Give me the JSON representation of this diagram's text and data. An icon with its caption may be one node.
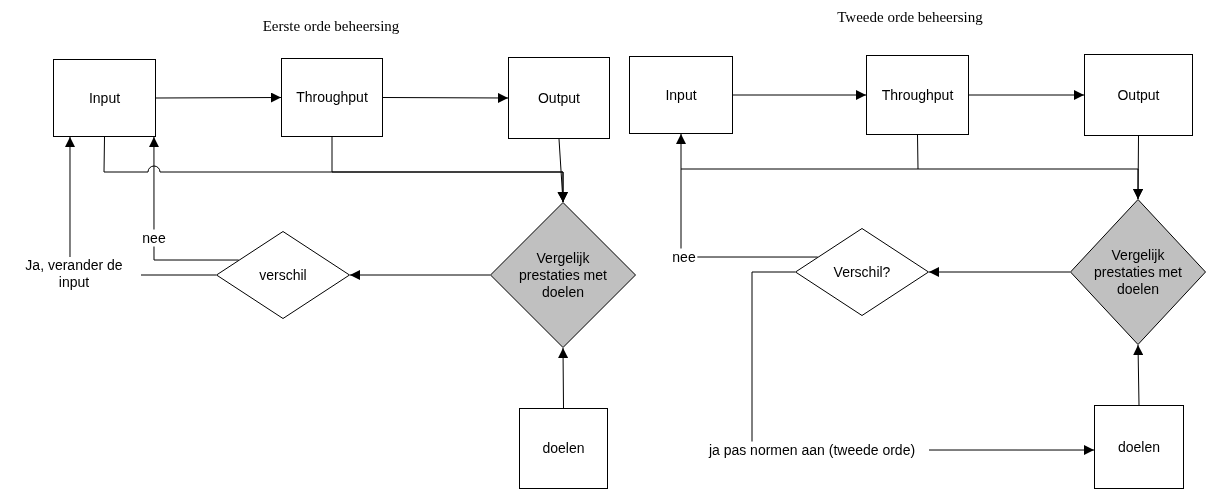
{
  "diagram": {
    "nodes": [
      {
        "text": [
          "Input"
        ]
      },
      {
        "text": [
          "Throughput"
        ]
      },
      {
        "text": [
          "Output"
        ]
      },
      {
        "text": [
          "Vergelijk prestaties met doelen"
        ]
      },
      {
        "text": [
          "verschil"
        ]
      },
      {
        "text": [
          "doelen"
        ]
      },
      {
        "text": [
          "Input"
        ]
      },
      {
        "text": [
          "Throughput"
        ]
      },
      {
        "text": [
          "Output"
        ]
      },
      {
        "text": [
          "Vergelijk prestaties met doelen"
        ]
      },
      {
        "text": [
          "Verschil?"
        ]
      },
      {
        "text": [
          "doelen"
        ]
      }
    ],
    "edges": [
      {
        "from": 0,
        "to": 1,
        "arrow": "to"
      },
      {
        "from": 1,
        "to": 2,
        "arrow": "to"
      },
      {
        "from": 0,
        "to": 3,
        "arrow": "to"
      },
      {
        "from": 1,
        "to": 3,
        "arrow": "to"
      },
      {
        "from": 2,
        "to": 3,
        "arrow": "to"
      },
      {
        "from": 3,
        "to": 4,
        "arrow": "to"
      },
      {
        "from": 4,
        "to": 0,
        "arrow": "to",
        "label": "nee"
      },
      {
        "from": 4,
        "to": 0,
        "arrow": "to",
        "label": "Ja, verander de input"
      },
      {
        "from": 5,
        "to": 3,
        "arrow": "to"
      },
      {
        "from": 6,
        "to": 7,
        "arrow": "to"
      },
      {
        "from": 7,
        "to": 8,
        "arrow": "to"
      },
      {
        "from": 7,
        "to": 9,
        "arrow": "to"
      },
      {
        "from": 8,
        "to": 9,
        "arrow": "to"
      },
      {
        "from": 9,
        "to": 10,
        "arrow": "to"
      },
      {
        "from": 10,
        "to": 6,
        "arrow": "to",
        "label": "nee"
      },
      {
        "from": 10,
        "to": 11,
        "arrow": "to",
        "label": "ja pas normen aan (tweede orde)"
      },
      {
        "from": 11,
        "to": 9,
        "arrow": "to"
      }
    ],
    "labels": [
      "Eerste orde beheersing",
      "Tweede orde beheersing"
    ]
  }
}
